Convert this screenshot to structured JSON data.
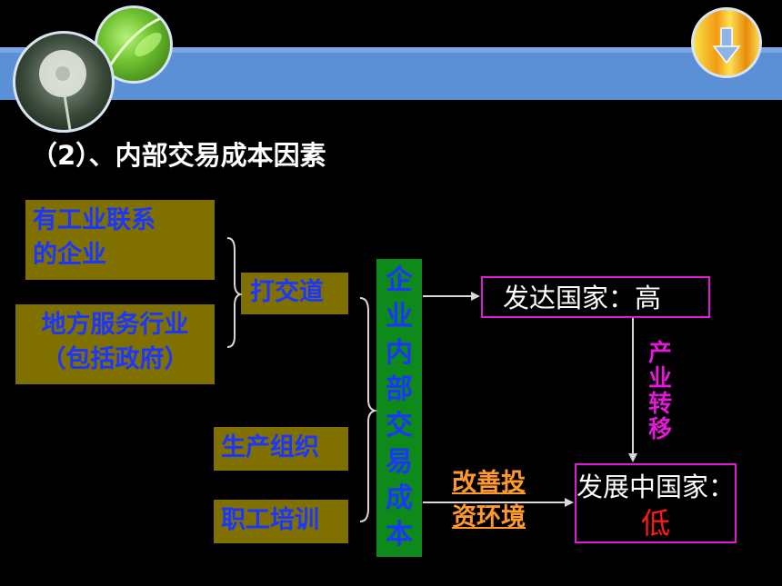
{
  "title": "（2）、内部交易成本因素",
  "boxes": {
    "industry_line1": "有工业联系",
    "industry_line2": "的企业",
    "service_line1": "地方服务行业",
    "service_line2": "（包括政府）",
    "deal": "打交道",
    "production": "生产组织",
    "training": "职工培训"
  },
  "center": [
    "企",
    "业",
    "内",
    "部",
    "交",
    "易",
    "成",
    "本"
  ],
  "developed": "发达国家：高",
  "developing_line1": "发展中国家：",
  "developing_line2": "低",
  "shift": [
    "产",
    "业",
    "转",
    "移"
  ],
  "improve_line1": "改善投",
  "improve_line2": "资环境",
  "colors": {
    "box_fill": "#807000",
    "text_blue": "#1b36ff",
    "center_fill": "#0e8a1a",
    "pink": "#e21ad6",
    "orange": "#ff9a2a",
    "low_red": "#ff1a1a"
  }
}
